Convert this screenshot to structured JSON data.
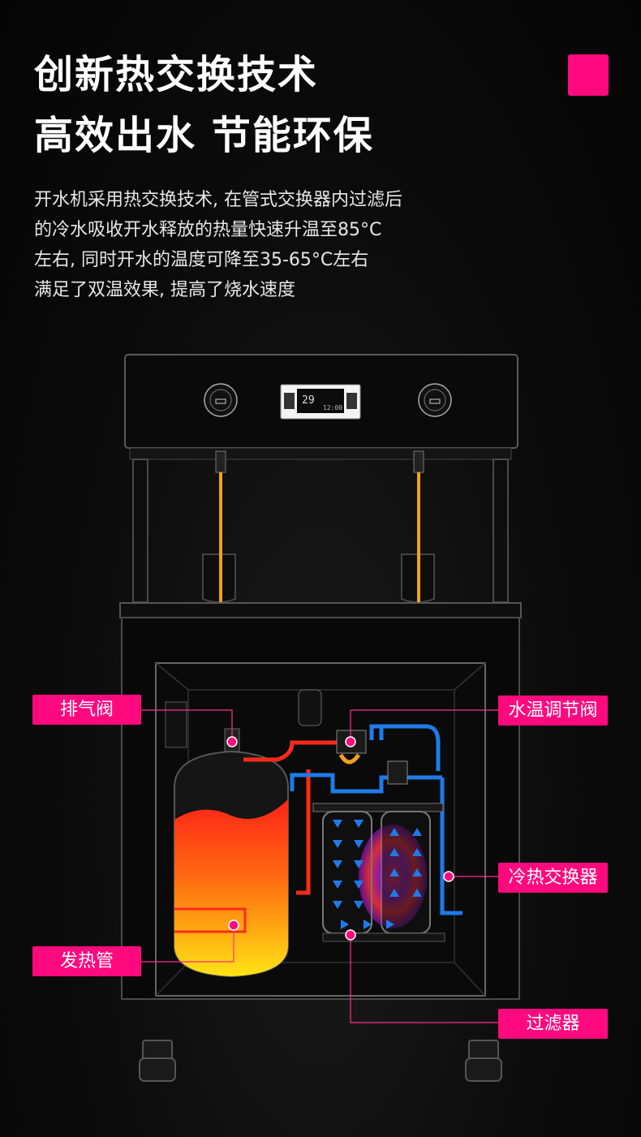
{
  "headline": {
    "line1": "创新热交换技术",
    "line2": "高效出水 节能环保"
  },
  "description": [
    "开水机采用热交换技术, 在管式交换器内过滤后",
    "的冷水吸收开水释放的热量快速升温至85°C",
    "左右, 同时开水的温度可降至35-65°C左右",
    "满足了双温效果, 提高了烧水速度"
  ],
  "display": {
    "temperature": "29",
    "time": "12:00"
  },
  "callouts": {
    "exhaust_valve": "排气阀",
    "temp_valve": "水温调节阀",
    "exchanger": "冷热交换器",
    "heater": "发热管",
    "filter": "过滤器"
  },
  "colors": {
    "accent": "#ff0a7e",
    "hot_pipe": "#ff2a1a",
    "cold_pipe": "#1e7be8",
    "outlet_pipe": "#f0a020"
  },
  "icons": [
    "hot-water-button-icon",
    "warm-water-button-icon",
    "flow-arrow-icon"
  ]
}
